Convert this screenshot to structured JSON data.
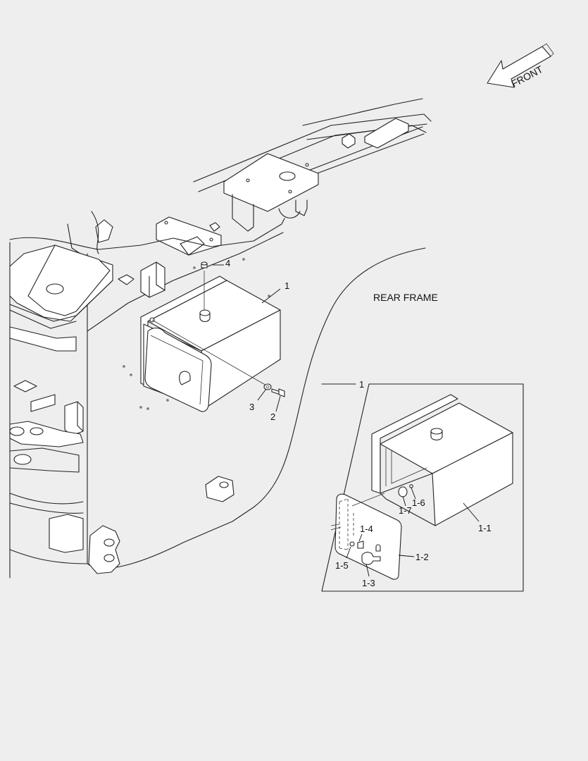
{
  "front_arrow": {
    "label": "FRONT"
  },
  "region_label": "REAR FRAME",
  "callouts": {
    "c1": "1",
    "c2": "2",
    "c3": "3",
    "c4": "4",
    "detail_title": "1",
    "c1_1": "1-1",
    "c1_2": "1-2",
    "c1_3": "1-3",
    "c1_4": "1-4",
    "c1_5": "1-5",
    "c1_6": "1-6",
    "c1_7": "1-7"
  }
}
